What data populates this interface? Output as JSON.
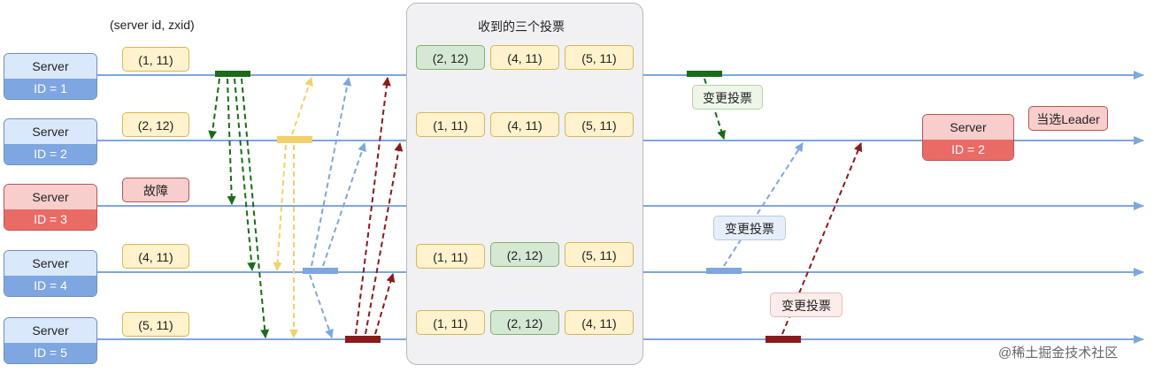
{
  "header": {
    "tuple_label": "(server id, zxid)",
    "panel_title": "收到的三个投票"
  },
  "servers": [
    {
      "name": "Server",
      "id_label": "ID = 1",
      "status": "normal"
    },
    {
      "name": "Server",
      "id_label": "ID = 2",
      "status": "normal"
    },
    {
      "name": "Server",
      "id_label": "ID = 3",
      "status": "failed"
    },
    {
      "name": "Server",
      "id_label": "ID = 4",
      "status": "normal"
    },
    {
      "name": "Server",
      "id_label": "ID = 5",
      "status": "normal"
    }
  ],
  "initial_votes": [
    "(1, 11)",
    "(2, 12)",
    "(4, 11)",
    "(5, 11)"
  ],
  "failed_label": "故障",
  "received_votes": [
    [
      "(2, 12)",
      "(4, 11)",
      "(5, 11)"
    ],
    [
      "(1, 11)",
      "(4, 11)",
      "(5, 11)"
    ],
    [
      "(1, 11)",
      "(2, 12)",
      "(5, 11)"
    ],
    [
      "(1, 11)",
      "(2, 12)",
      "(4, 11)"
    ]
  ],
  "change_vote_label": "变更投票",
  "leader": {
    "name": "Server",
    "id_label": "ID = 2",
    "label": "当选Leader"
  },
  "watermark": "@稀土掘金技术社区",
  "colors": {
    "timeline": "#7ea6e0",
    "green": "#1a6b1a",
    "yellow": "#f2d06b",
    "blue": "#7ea6e0",
    "red": "#8b1a1a"
  }
}
